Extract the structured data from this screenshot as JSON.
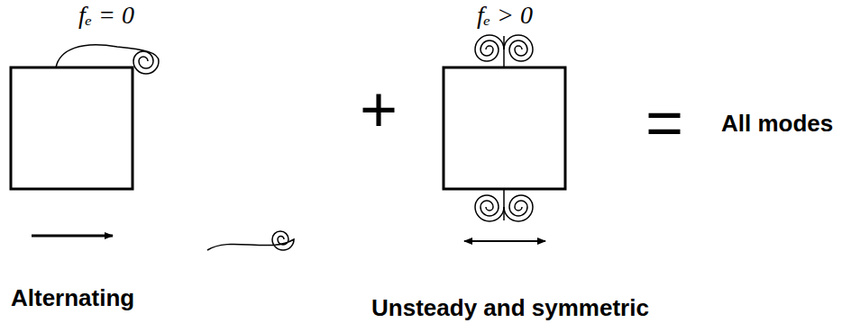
{
  "diagram": {
    "labels": [
      "fₑ = 0",
      "fₑ > 0",
      "+",
      "=",
      "All modes",
      "Alternating",
      "Unsteady and symmetric"
    ]
  }
}
